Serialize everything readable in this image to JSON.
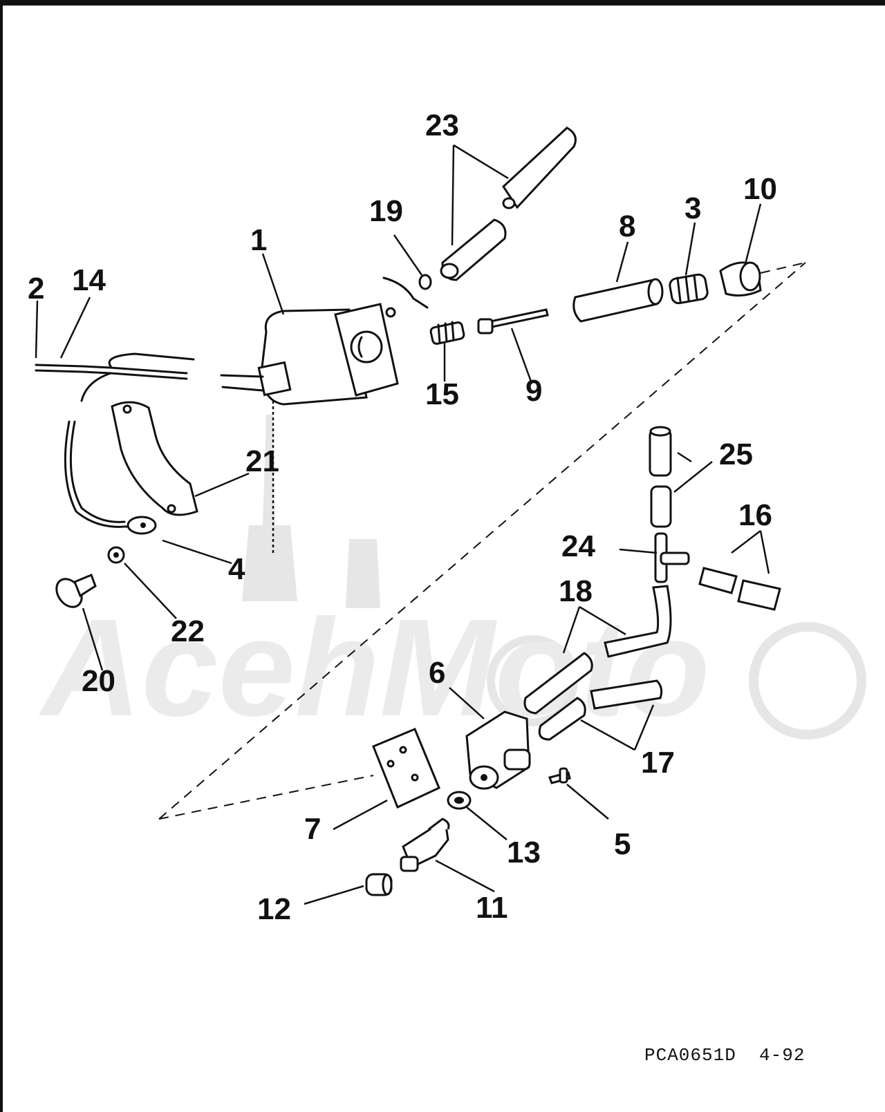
{
  "diagram": {
    "callouts": [
      "1",
      "2",
      "3",
      "4",
      "5",
      "6",
      "7",
      "8",
      "9",
      "10",
      "11",
      "12",
      "13",
      "14",
      "15",
      "16",
      "17",
      "18",
      "19",
      "20",
      "21",
      "22",
      "23",
      "24",
      "25"
    ],
    "code": "PCA0651D",
    "page": "4-92",
    "watermark": "AcehMoto"
  },
  "icons": {
    "watermark": "motorcycle-cathedral-watermark-icon"
  }
}
